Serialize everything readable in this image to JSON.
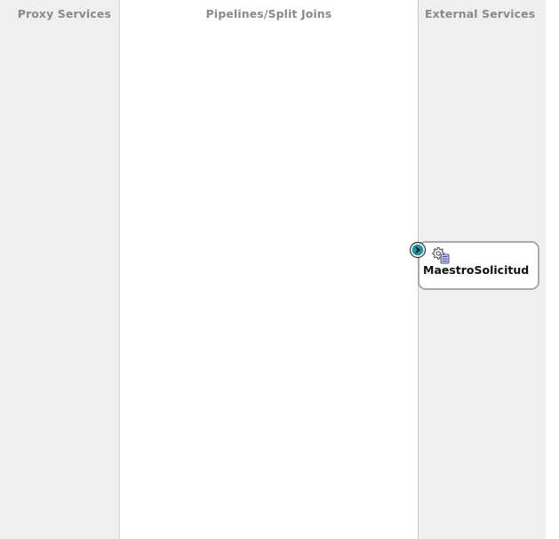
{
  "lanes": {
    "proxy_services": "Proxy Services",
    "pipelines_split_joins": "Pipelines/Split Joins",
    "external_services": "External Services"
  },
  "external_service": {
    "name": "MaestroSolicitud",
    "icon": "business-service-gear-icon",
    "endpoint_icon": "reference-endpoint-icon"
  },
  "colors": {
    "lane_background": "#efefef",
    "canvas_background": "#ffffff",
    "lane_title": "#8a8a8a",
    "endpoint_accent": "#1a9aa0"
  }
}
